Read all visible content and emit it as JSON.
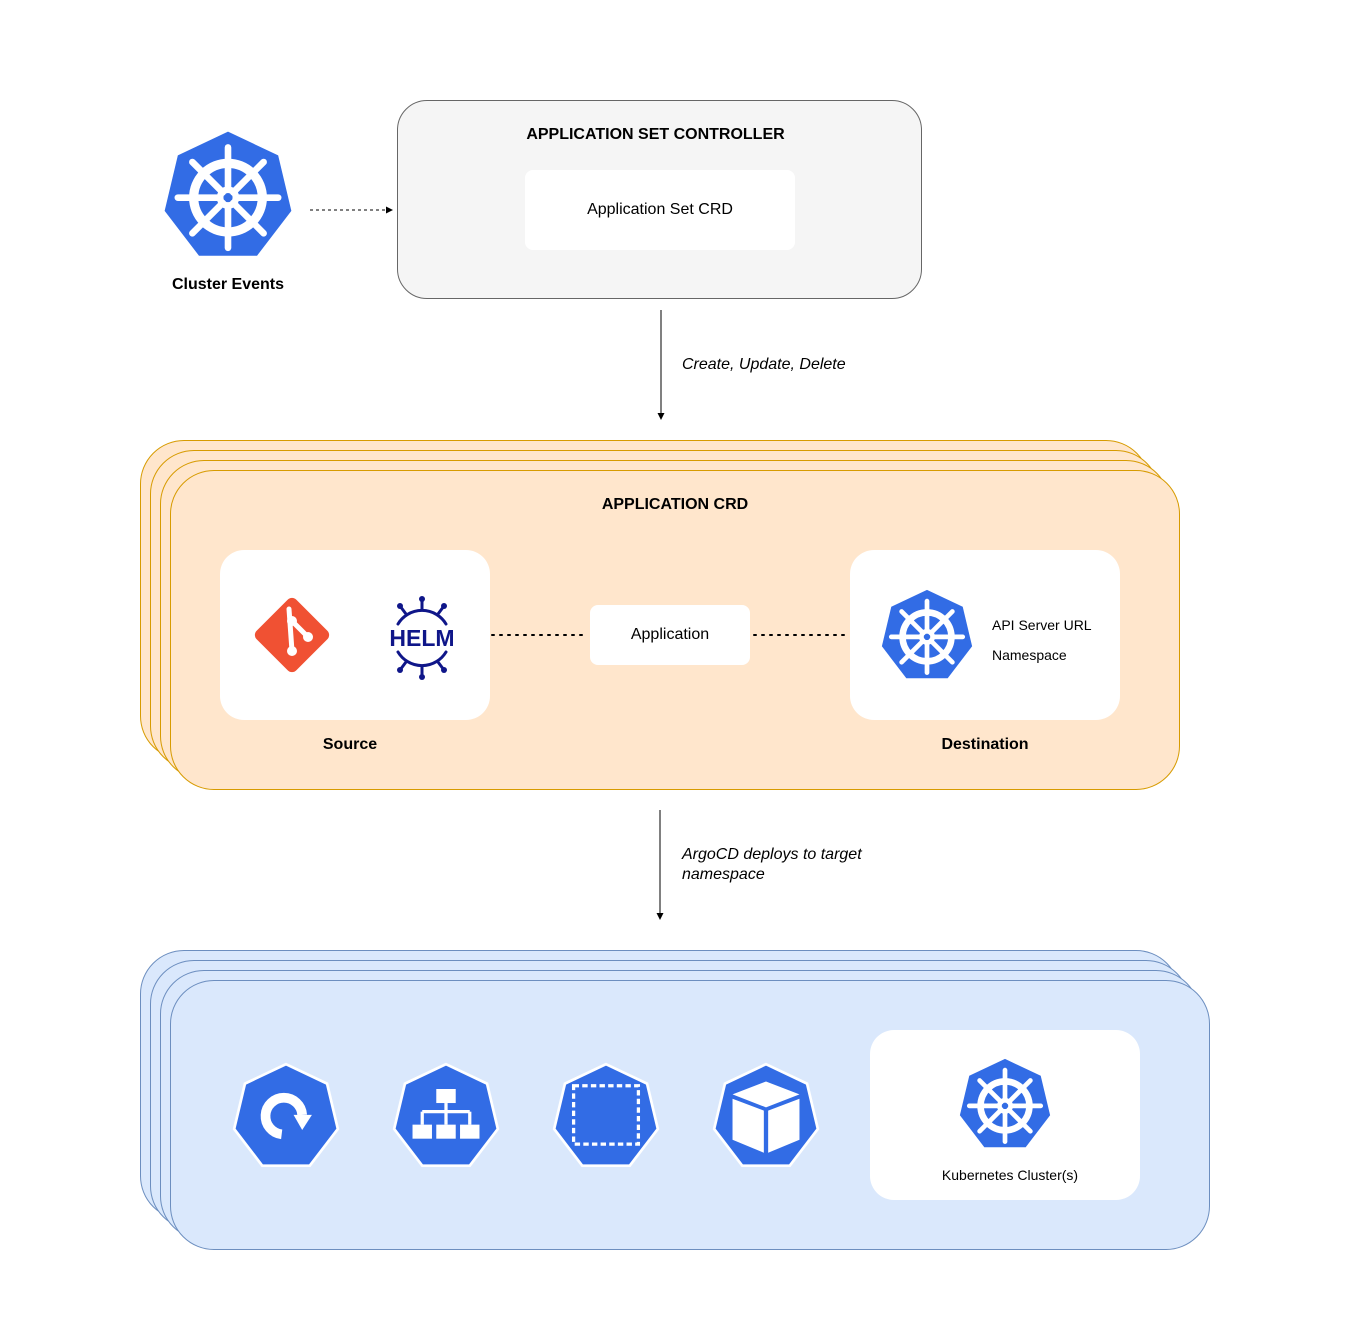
{
  "cluster_events": {
    "label": "Cluster Events",
    "icon": "kubernetes-icon"
  },
  "controller": {
    "title": "APPLICATION SET CONTROLLER",
    "crd_label": "Application Set CRD"
  },
  "arrow1": {
    "label": "Create, Update, Delete"
  },
  "application_crd": {
    "title": "APPLICATION CRD",
    "application_label": "Application",
    "source": {
      "label": "Source",
      "icons": [
        "git-icon",
        "helm-icon"
      ],
      "helm_text": "HELM"
    },
    "destination": {
      "label": "Destination",
      "fields": [
        "API Server URL",
        "Namespace"
      ],
      "icon": "kubernetes-icon"
    }
  },
  "arrow2": {
    "label_line1": "ArgoCD deploys to target",
    "label_line2": "namespace"
  },
  "clusters": {
    "label": "Kubernetes Cluster(s)",
    "resources": [
      "deployment-icon",
      "service-icon",
      "namespace-icon",
      "pod-icon"
    ]
  },
  "colors": {
    "kubernetes_blue": "#326ce5",
    "git_red": "#f05133",
    "helm_navy": "#0f1689",
    "orange_fill": "#ffe6cc",
    "orange_stroke": "#d79b00",
    "blue_fill": "#dae8fc",
    "blue_stroke": "#6c8ebf"
  }
}
